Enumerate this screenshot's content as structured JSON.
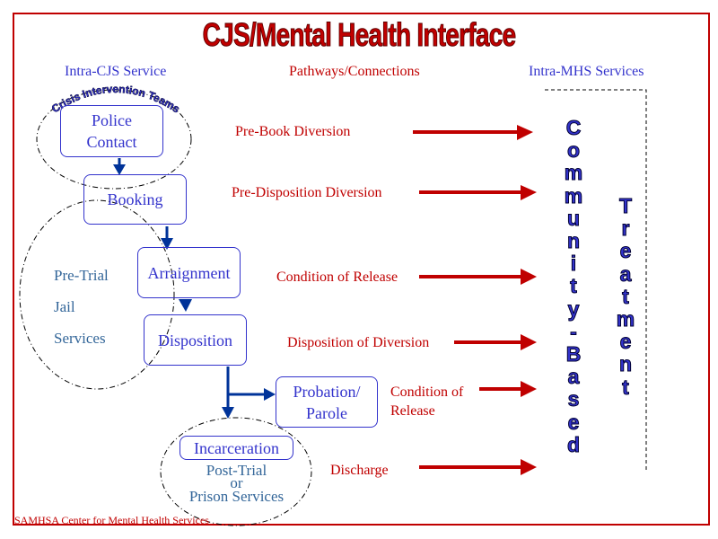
{
  "title": "CJS/Mental Health Interface",
  "columns": {
    "left": "Intra-CJS Service",
    "middle": "Pathways/Connections",
    "right": "Intra-MHS Services"
  },
  "cjs_steps": {
    "police_contact": [
      "Police",
      "Contact"
    ],
    "booking": "Booking",
    "arraignment": "Arraignment",
    "disposition": "Disposition",
    "probation_parole": [
      "Probation/",
      "Parole"
    ],
    "incarceration": "Incarceration"
  },
  "crisis_label": "Crisis Intervention Teams",
  "pretrial_services": [
    "Pre-Trial",
    "Jail",
    "Services"
  ],
  "posttrial_services": [
    "Post-Trial",
    "or",
    "Prison Services"
  ],
  "pathways": [
    {
      "label": "Pre-Book Diversion"
    },
    {
      "label": "Pre-Disposition Diversion"
    },
    {
      "label": "Condition of Release"
    },
    {
      "label": "Disposition of Diversion"
    },
    {
      "label": [
        "Condition of",
        "Release"
      ]
    },
    {
      "label": "Discharge"
    }
  ],
  "mhs": {
    "community_based": "Community-Based",
    "treatment": "Treatment"
  },
  "footer": "SAMHSA Center for Mental Health Services",
  "colors": {
    "frame": "#c00000",
    "title": "#c00000",
    "pathway": "#c00000",
    "cjs": "#3333cc",
    "arrow_blue": "#003399",
    "services": "#336699"
  }
}
